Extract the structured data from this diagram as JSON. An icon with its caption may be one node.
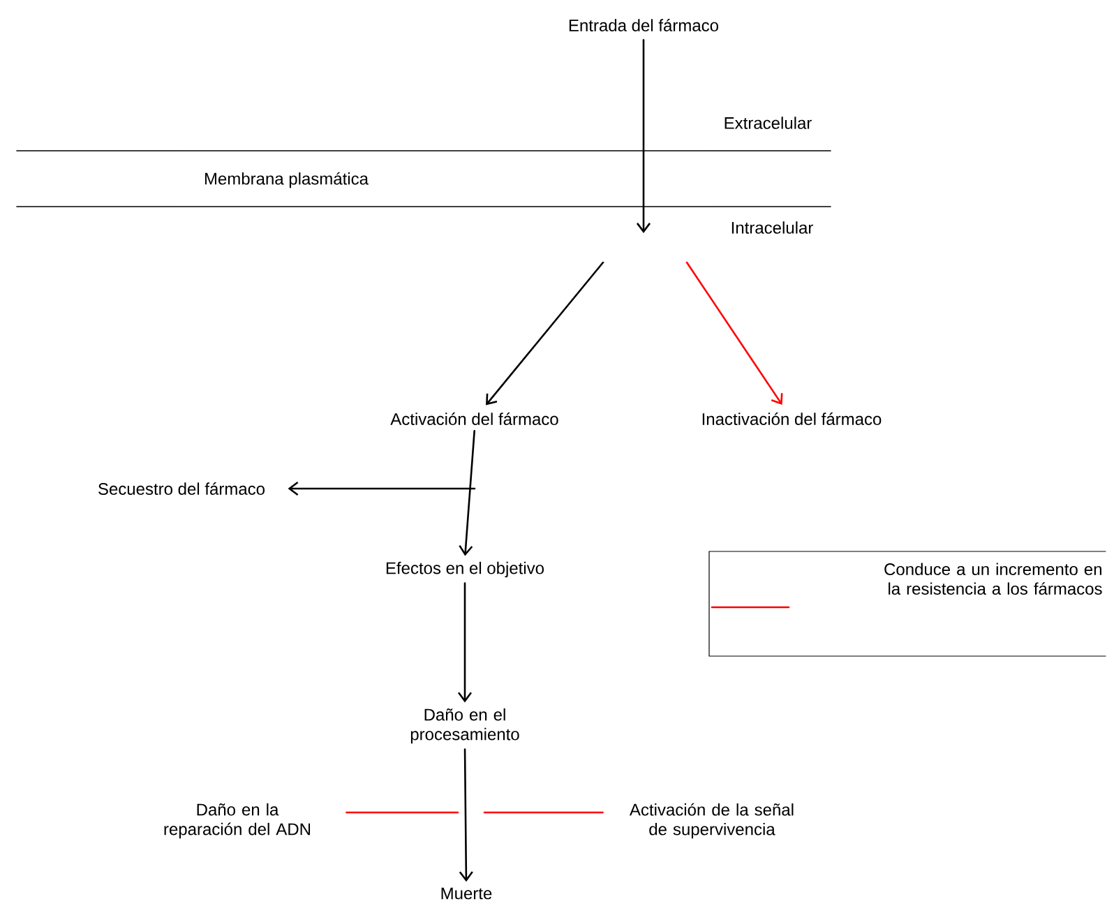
{
  "diagram": {
    "nodes": [
      {
        "text": [
          "Entrada del fármaco"
        ]
      },
      {
        "text": [
          "Activación del fármaco"
        ]
      },
      {
        "text": [
          "Inactivación del fármaco"
        ]
      },
      {
        "text": [
          "Secuestro del fármaco"
        ]
      },
      {
        "text": [
          "Efectos en el objetivo"
        ]
      },
      {
        "text": [
          "Daño en el procesamiento"
        ]
      },
      {
        "text": [
          "Daño en la reparación del ADN"
        ]
      },
      {
        "text": [
          "Activación de la señal de supervivencia"
        ]
      },
      {
        "text": [
          "Muerte"
        ]
      }
    ],
    "edges": [
      {
        "from": 0,
        "to": null,
        "arrow": "to"
      },
      {
        "from": null,
        "to": 1,
        "arrow": "to"
      },
      {
        "from": null,
        "to": 2,
        "arrow": "to",
        "color": "#ff0000"
      },
      {
        "from": 1,
        "to": 3,
        "arrow": "to"
      },
      {
        "from": 1,
        "to": 4,
        "arrow": "to"
      },
      {
        "from": 4,
        "to": 5,
        "arrow": "to"
      },
      {
        "from": 5,
        "to": 8,
        "arrow": "to"
      },
      {
        "from": 6,
        "to": null,
        "arrow": "none",
        "color": "#ff0000"
      },
      {
        "from": 7,
        "to": null,
        "arrow": "none",
        "color": "#ff0000"
      }
    ],
    "labels": [
      "Extracelular",
      "Membrana plasmática",
      "Intracelular"
    ],
    "legend": [
      {
        "text": "Conduce a un incremento en la resistencia a los fármacos"
      }
    ]
  }
}
